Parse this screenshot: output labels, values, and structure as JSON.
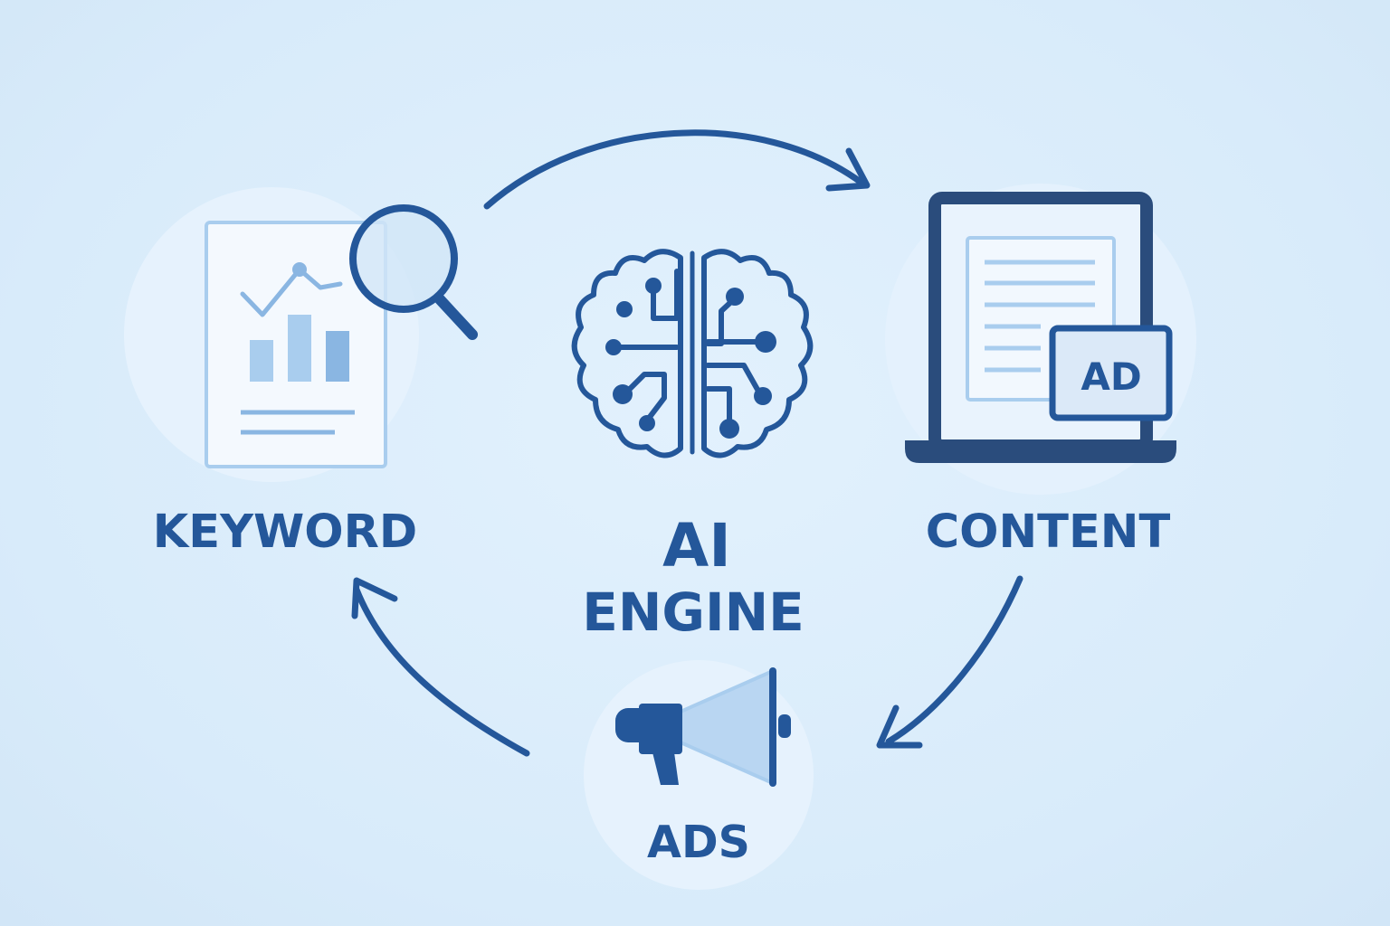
{
  "nodes": {
    "keyword": {
      "label": "KEYWORD"
    },
    "content": {
      "label": "CONTENT",
      "badge": "AD"
    },
    "ads": {
      "label": "ADS"
    },
    "engine": {
      "line1": "AI",
      "line2": "ENGINE"
    }
  },
  "colors": {
    "background": "#dcedfb",
    "primary": "#24579a",
    "dark": "#2a4c7c",
    "accent_light": "#a9cdee",
    "accent_mid": "#8ab6e2"
  }
}
